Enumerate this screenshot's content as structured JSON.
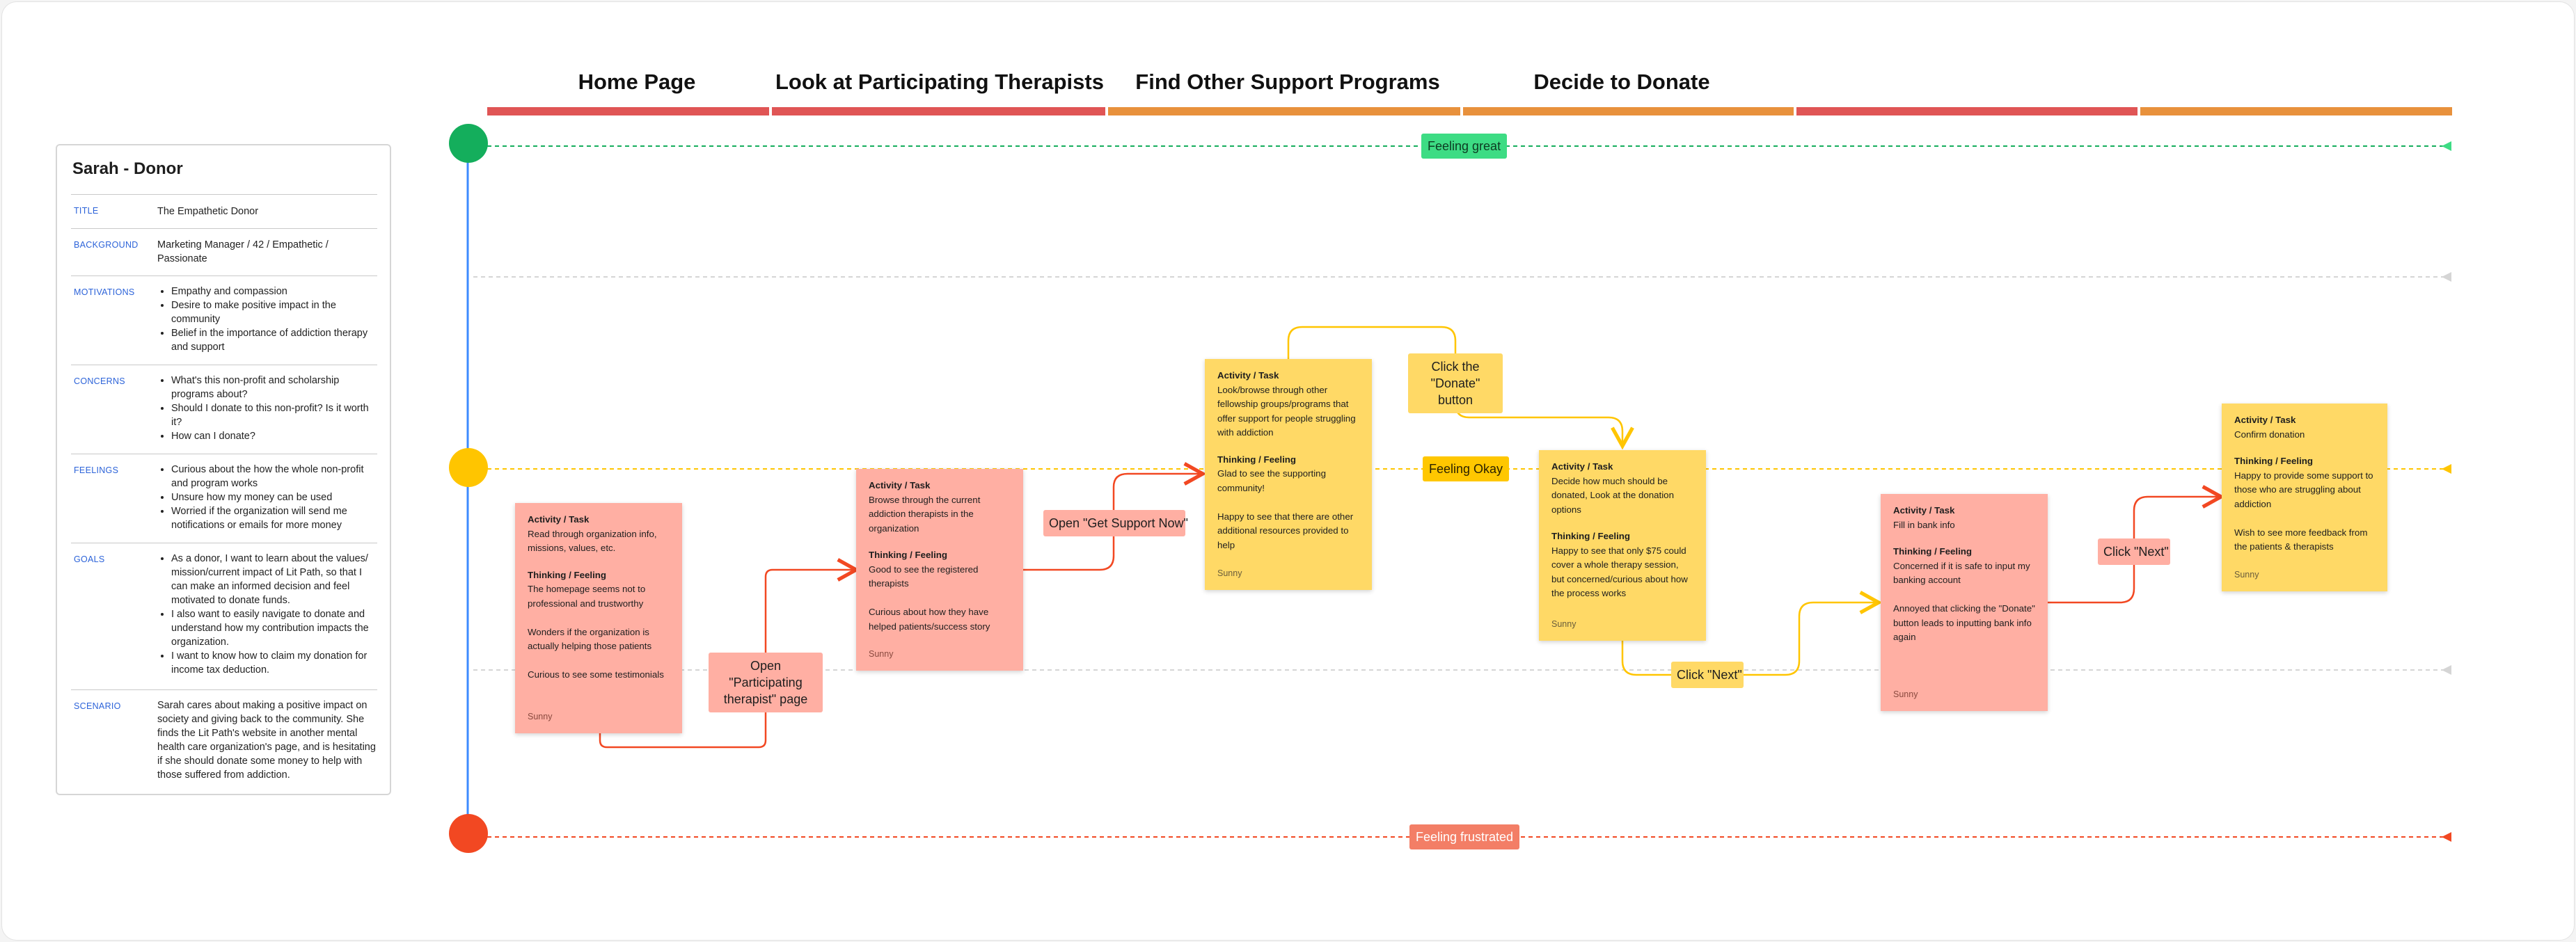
{
  "stages": [
    {
      "title": "Home Page"
    },
    {
      "title": "Look at Participating Therapists"
    },
    {
      "title": "Find Other Support Programs"
    },
    {
      "title": "Decide to Donate"
    }
  ],
  "colors": {
    "stage_red": "#e05555",
    "stage_orange": "#e8913c",
    "great": "#14ae5c",
    "great_label": "#3ddc84",
    "okay": "#ffc500",
    "okay_label": "#ffc700",
    "frustrated": "#f24822",
    "frustrated_label": "#f37e66",
    "timeline": "#3d8bff",
    "pink_note": "#ffafa3",
    "yellow_note": "#ffd966"
  },
  "persona": {
    "name": "Sarah - Donor",
    "title_key": "TITLE",
    "title_value": "The Empathetic Donor",
    "background_key": "BACKGROUND",
    "background_value": "Marketing Manager / 42 / Empathetic / Passionate",
    "motivations_key": "MOTIVATIONS",
    "motivations": [
      "Empathy and compassion",
      "Desire to make positive impact in the community",
      "Belief in the importance of addiction therapy and support"
    ],
    "concerns_key": "CONCERNS",
    "concerns": [
      "What's this non-profit and scholarship programs about?",
      "Should I donate to this non-profit? Is it worth it?",
      "How can I donate?"
    ],
    "feelings_key": "FEELINGS",
    "feelings": [
      "Curious about the how the whole non-profit and program works",
      "Unsure how my money can be used",
      "Worried if the organization will send me notifications or emails for more money"
    ],
    "goals_key": "GOALS",
    "goals": [
      "As a donor, I want to learn about the values/ mission/current impact of Lit Path, so that I can make an informed decision and feel motivated to donate funds.",
      "I also want to easily navigate to donate and understand how my contribution impacts the organization.",
      "I want to know how to claim my donation for income tax deduction."
    ],
    "scenario_key": "SCENARIO",
    "scenario_value": "Sarah cares about making a positive impact on society and giving back to the community. She finds the Lit Path's website in another mental health care organization's page, and is hesitating if she should donate some money to help with those suffered from addiction."
  },
  "emotions": {
    "great": "Feeling great",
    "okay": "Feeling Okay",
    "frustrated": "Feeling frustrated"
  },
  "notes": [
    {
      "head1": "Activity / Task",
      "body1": "Read through organization info, missions, values, etc.",
      "head2": "Thinking / Feeling",
      "body2": "The homepage seems not to professional and trustworthy\n\nWonders if the organization is actually helping those patients\n\nCurious to see some testimonials",
      "author": "Sunny"
    },
    {
      "head1": "Activity / Task",
      "body1": "Browse through the current addiction therapists in the organization",
      "head2": "Thinking / Feeling",
      "body2": "Good to see the registered therapists\n\nCurious about how they have helped patients/success story",
      "author": "Sunny"
    },
    {
      "head1": "Activity / Task",
      "body1": "Look/browse through other fellowship groups/programs that offer support for people struggling with addiction",
      "head2": "Thinking / Feeling",
      "body2": "Glad to see the supporting community!\n\nHappy to see that there are other additional resources provided to help",
      "author": "Sunny"
    },
    {
      "head1": "Activity / Task",
      "body1": "Decide how much should be donated, Look at the donation options",
      "head2": "Thinking / Feeling",
      "body2": "Happy to see that only $75 could cover a whole therapy session, but concerned/curious about how the process works",
      "author": "Sunny"
    },
    {
      "head1": "Activity / Task",
      "body1": "Fill in bank info",
      "head2": "Thinking / Feeling",
      "body2": "Concerned if it is safe to input my banking account\n\nAnnoyed that clicking the \"Donate\" button leads to inputting bank info again",
      "author": "Sunny"
    },
    {
      "head1": "Activity / Task",
      "body1": "Confirm donation",
      "head2": "Thinking / Feeling",
      "body2": "Happy to provide some support to those who are struggling about addiction\n\nWish to see more feedback from the patients & therapists",
      "author": "Sunny"
    }
  ],
  "connectors": {
    "participating": "Open \"Participating therapist\" page",
    "support": "Open \"Get Support Now\"",
    "donate": "Click the \"Donate\" button",
    "next1": "Click \"Next\"",
    "next2": "Click \"Next\""
  }
}
